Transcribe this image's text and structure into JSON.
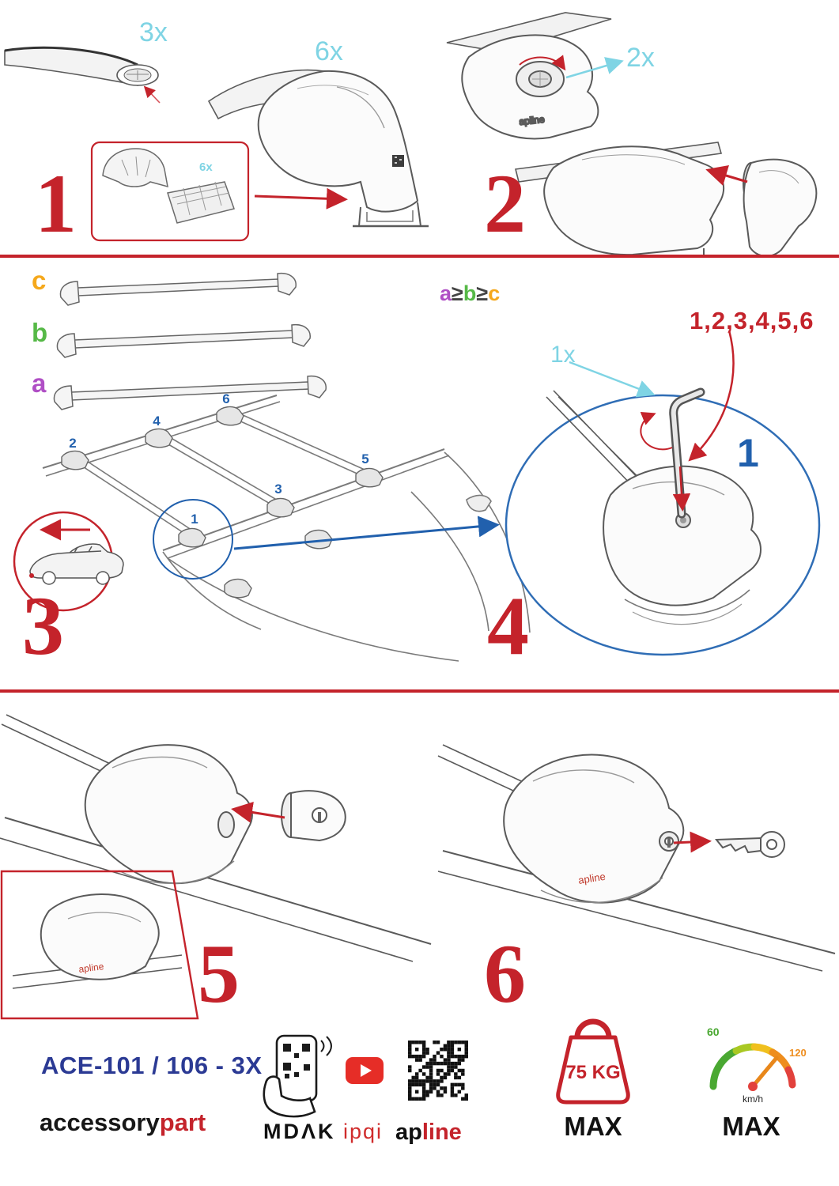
{
  "steps": {
    "s1": {
      "num": "1",
      "bar_qty": "3x",
      "foot_qty": "6x",
      "inset_qty": "6x"
    },
    "s2": {
      "num": "2",
      "knob_qty": "2x",
      "brand": "apline"
    },
    "s3": {
      "num": "3",
      "label_a": "a",
      "label_b": "b",
      "label_c": "c",
      "rule": {
        "a": "a",
        "ge1": "≥",
        "b": "b",
        "ge2": "≥",
        "c": "c"
      },
      "pos": {
        "p1": "1",
        "p2": "2",
        "p3": "3",
        "p4": "4",
        "p5": "5",
        "p6": "6"
      }
    },
    "s4": {
      "num": "4",
      "key_qty": "1x",
      "sequence": "1,2,3,4,5,6",
      "highlight": "1"
    },
    "s5": {
      "num": "5",
      "brand": "apline"
    },
    "s6": {
      "num": "6",
      "brand": "apline"
    }
  },
  "footer": {
    "model": "ACE-101 / 106 - 3X",
    "brand_accessory": "accessory",
    "brand_part": "part",
    "mdak": "MDΛK",
    "ipqi": "ipqi",
    "apline_ap": "ap",
    "apline_line": "line",
    "weight": "75 KG",
    "weight_max": "MAX",
    "speed_min": "60",
    "speed_max_value": "120",
    "speed_unit": "km/h",
    "speed_max": "MAX"
  },
  "colors": {
    "accent_red": "#c4232b",
    "cyan": "#7fd4e4",
    "blue": "#2160ad",
    "navy": "#2b3a94",
    "purple": "#b04fc5",
    "green": "#56b947",
    "orange": "#f5a81c"
  }
}
